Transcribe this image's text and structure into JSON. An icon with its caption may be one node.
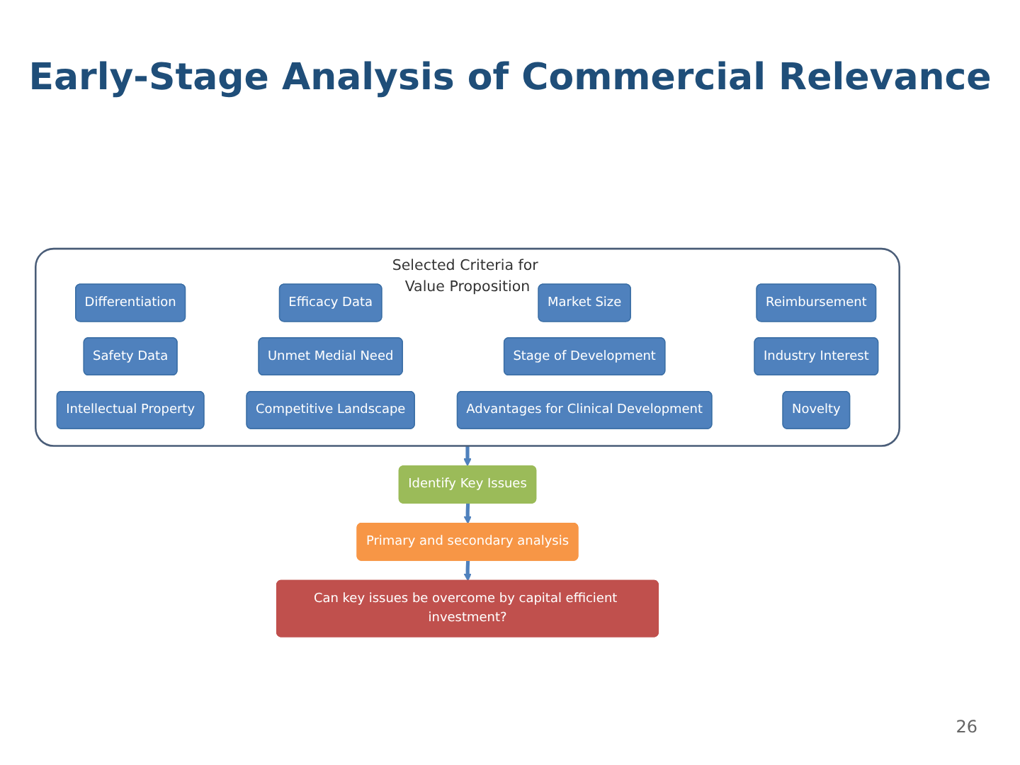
{
  "diagram": {
    "title": "Early-Stage Analysis of Commercial Relevance",
    "nodes": [
      {
        "text": [
          "Selected Criteria for Value Proposition"
        ]
      },
      {
        "text": [
          "Differentiation"
        ],
        "in": 0
      },
      {
        "text": [
          "Efficacy Data"
        ],
        "in": 0
      },
      {
        "text": [
          "Market Size"
        ],
        "in": 0
      },
      {
        "text": [
          "Reimbursement"
        ],
        "in": 0
      },
      {
        "text": [
          "Safety Data"
        ],
        "in": 0
      },
      {
        "text": [
          "Unmet Medial Need"
        ],
        "in": 0
      },
      {
        "text": [
          "Stage of Development"
        ],
        "in": 0
      },
      {
        "text": [
          "Industry Interest"
        ],
        "in": 0
      },
      {
        "text": [
          "Intellectual Property"
        ],
        "in": 0
      },
      {
        "text": [
          "Competitive Landscape"
        ],
        "in": 0
      },
      {
        "text": [
          "Advantages for Clinical Development"
        ],
        "in": 0
      },
      {
        "text": [
          "Novelty"
        ],
        "in": 0
      },
      {
        "text": [
          "Identify Key Issues"
        ]
      },
      {
        "text": [
          "Primary and secondary analysis"
        ]
      },
      {
        "text": [
          "Can key issues be overcome by capital efficient investment?"
        ]
      }
    ],
    "edges": [
      {
        "from": 0,
        "to": 13,
        "arrow": "to"
      },
      {
        "from": 13,
        "to": 14,
        "arrow": "to"
      },
      {
        "from": 14,
        "to": 15,
        "arrow": "to"
      }
    ],
    "labels": [
      "26"
    ]
  }
}
